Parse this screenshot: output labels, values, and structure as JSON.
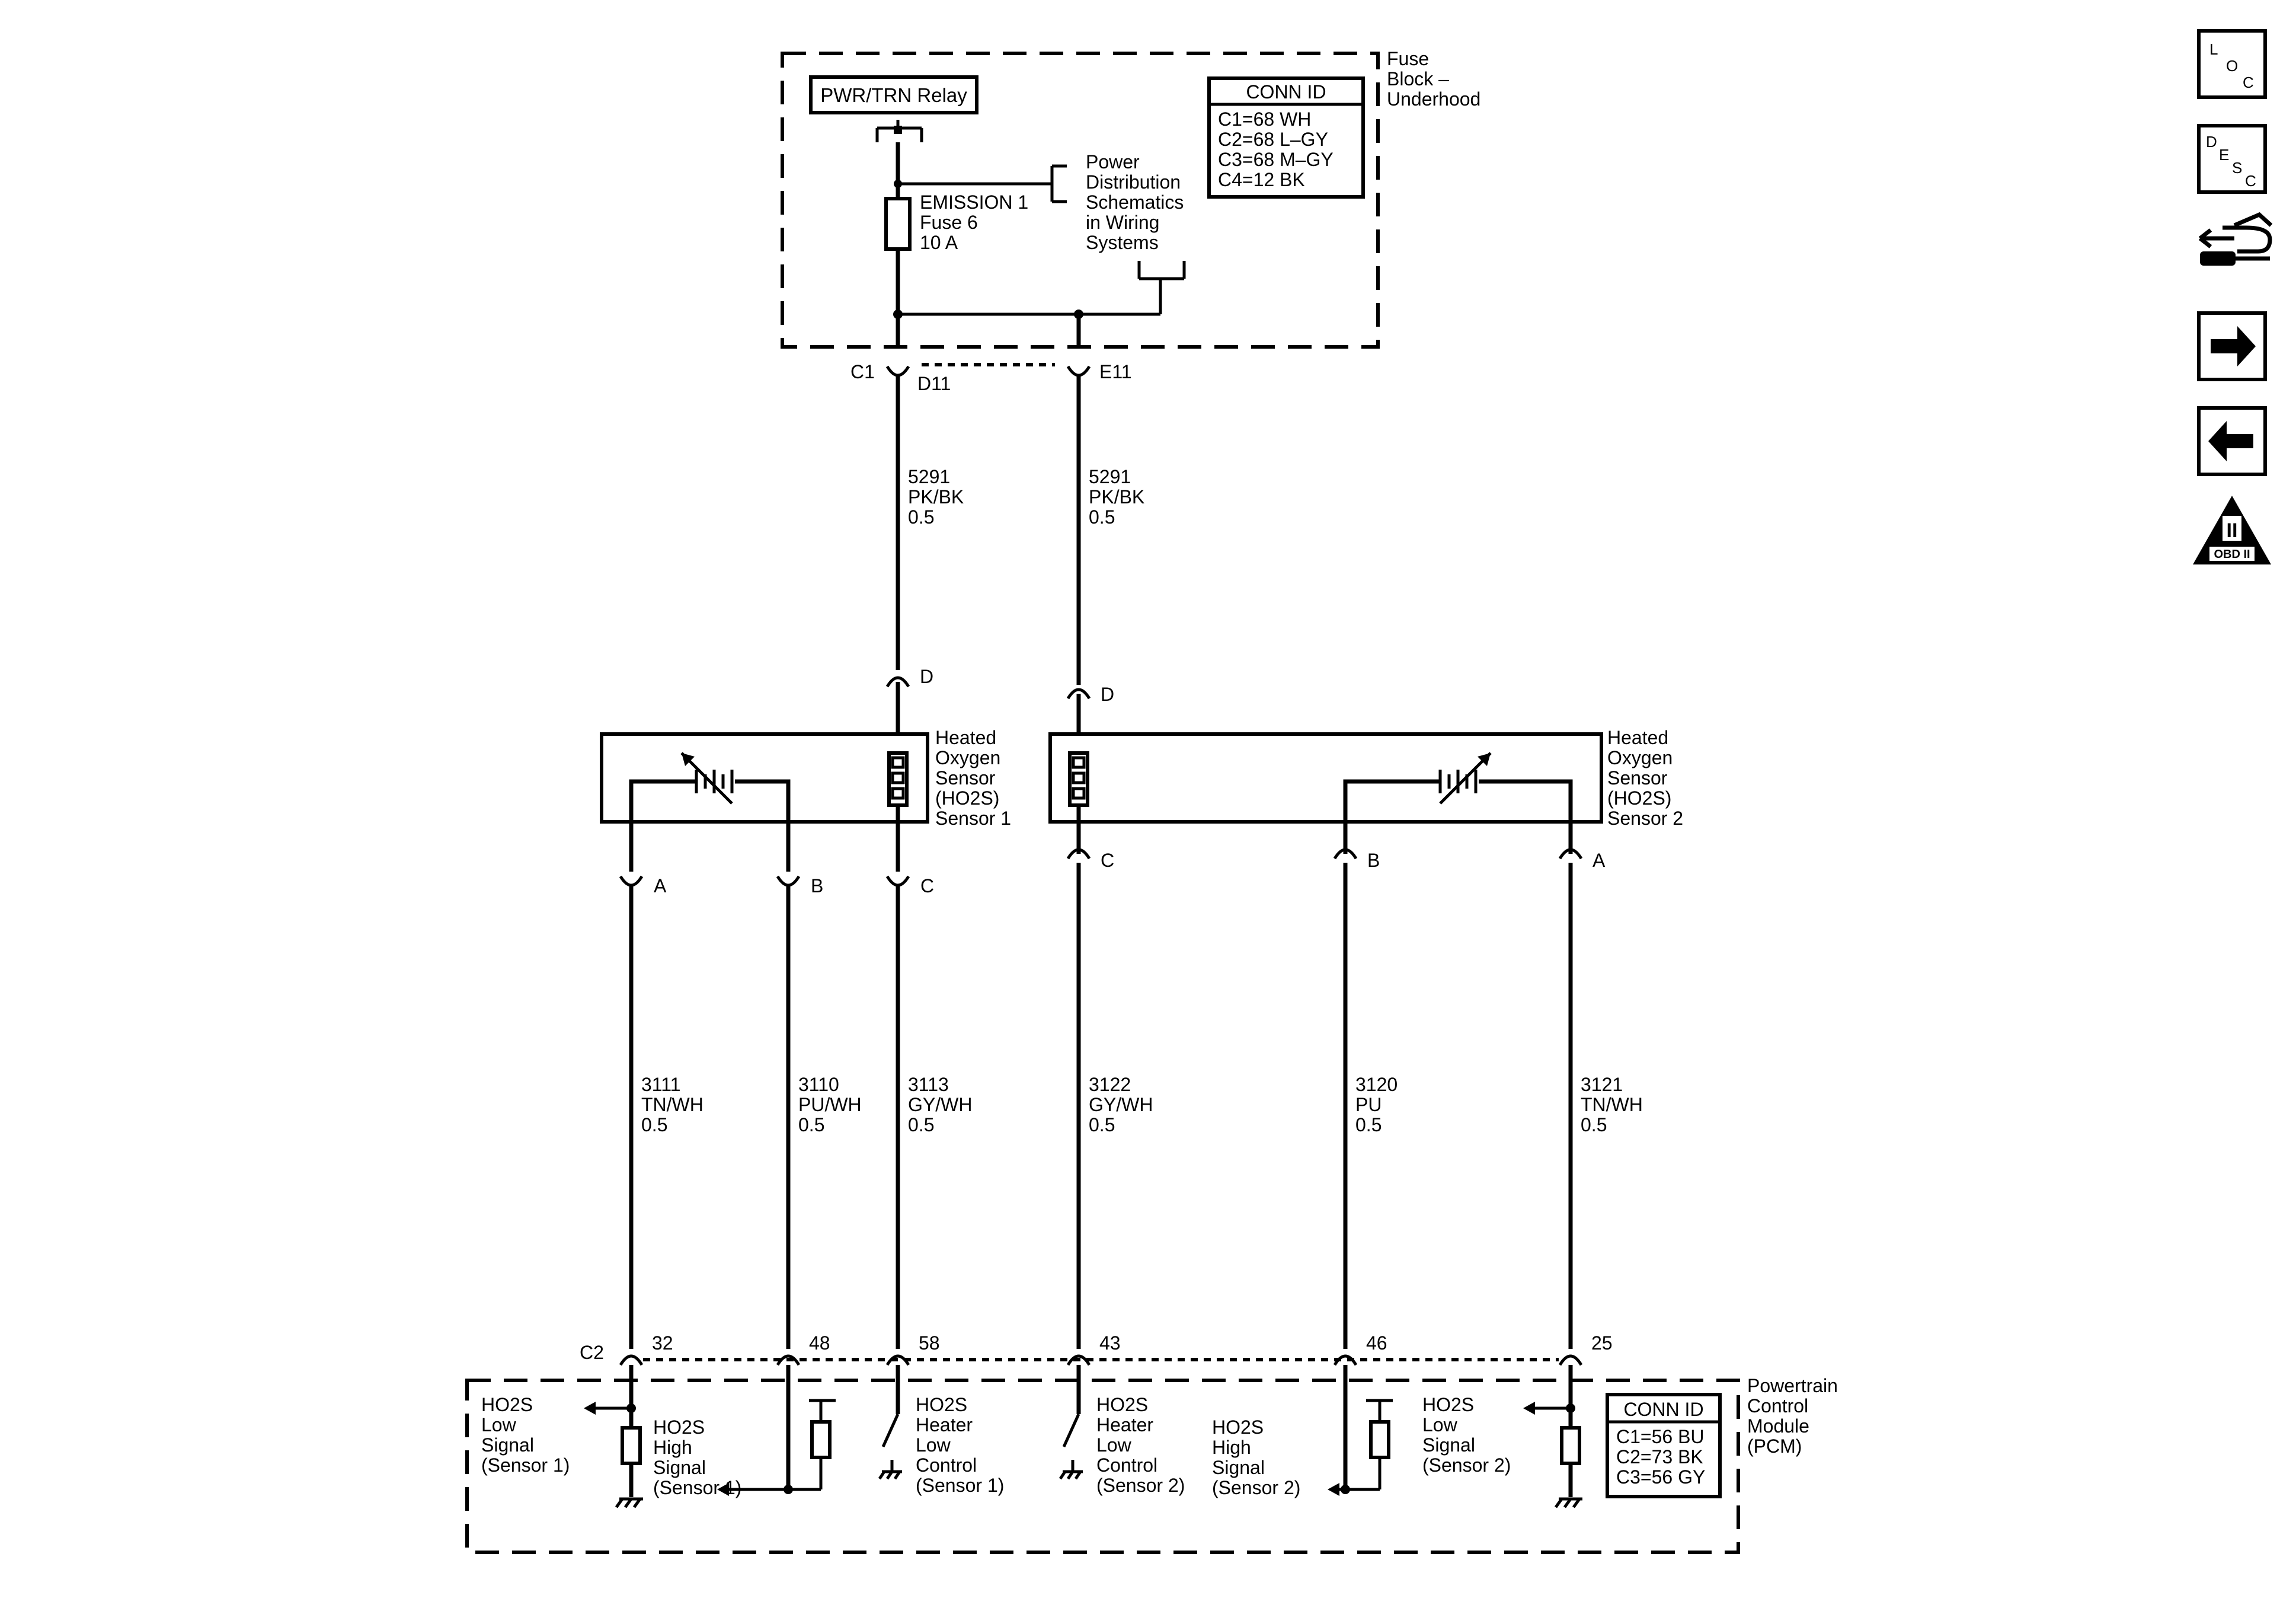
{
  "fuse_block": {
    "label": [
      "Fuse",
      "Block –",
      "Underhood"
    ],
    "relay": "PWR/TRN Relay",
    "fuse": [
      "EMISSION 1",
      "Fuse 6",
      "10 A"
    ],
    "power_ref": [
      "Power",
      "Distribution",
      "Schematics",
      "in Wiring",
      "Systems"
    ],
    "conn_id": {
      "title": "CONN ID",
      "rows": [
        "C1=68 WH",
        "C2=68 L–GY",
        "C3=68 M–GY",
        "C4=12 BK"
      ]
    }
  },
  "fuse_connectors": {
    "conn": "C1",
    "left_pin": "D11",
    "right_pin": "E11"
  },
  "feed_wires": [
    {
      "lines": [
        "5291",
        "PK/BK",
        "0.5"
      ]
    },
    {
      "lines": [
        "5291",
        "PK/BK",
        "0.5"
      ]
    }
  ],
  "sensor1": {
    "label": [
      "Heated",
      "Oxygen",
      "Sensor",
      "(HO2S)",
      "Sensor 1"
    ],
    "pins": {
      "feed": "D",
      "a": "A",
      "b": "B",
      "c": "C"
    }
  },
  "sensor2": {
    "label": [
      "Heated",
      "Oxygen",
      "Sensor",
      "(HO2S)",
      "Sensor 2"
    ],
    "pins": {
      "feed": "D",
      "a": "A",
      "b": "B",
      "c": "C"
    }
  },
  "signal_wires": [
    {
      "lines": [
        "3111",
        "TN/WH",
        "0.5"
      ]
    },
    {
      "lines": [
        "3110",
        "PU/WH",
        "0.5"
      ]
    },
    {
      "lines": [
        "3113",
        "GY/WH",
        "0.5"
      ]
    },
    {
      "lines": [
        "3122",
        "GY/WH",
        "0.5"
      ]
    },
    {
      "lines": [
        "3120",
        "PU",
        "0.5"
      ]
    },
    {
      "lines": [
        "3121",
        "TN/WH",
        "0.5"
      ]
    }
  ],
  "pcm": {
    "label": [
      "Powertrain",
      "Control",
      "Module",
      "(PCM)"
    ],
    "conn": "C2",
    "pins": [
      "32",
      "48",
      "58",
      "43",
      "46",
      "25"
    ],
    "functions": [
      [
        "HO2S",
        "Low",
        "Signal",
        "(Sensor 1)"
      ],
      [
        "HO2S",
        "High",
        "Signal",
        "(Sensor 1)"
      ],
      [
        "HO2S",
        "Heater",
        "Low",
        "Control",
        "(Sensor 1)"
      ],
      [
        "HO2S",
        "Heater",
        "Low",
        "Control",
        "(Sensor 2)"
      ],
      [
        "HO2S",
        "High",
        "Signal",
        "(Sensor 2)"
      ],
      [
        "HO2S",
        "Low",
        "Signal",
        "(Sensor 2)"
      ]
    ],
    "conn_id": {
      "title": "CONN ID",
      "rows": [
        "C1=56 BU",
        "C2=73 BK",
        "C3=56 GY"
      ]
    }
  },
  "nav": {
    "loc": [
      "L",
      "O",
      "C"
    ],
    "desc": [
      "D",
      "E",
      "S",
      "C"
    ],
    "obd": [
      "II",
      "OBD II"
    ],
    "icons": [
      "loc-icon",
      "desc-icon",
      "connector-repair-icon",
      "forward-arrow-icon",
      "back-arrow-icon",
      "obd-ii-icon"
    ]
  }
}
